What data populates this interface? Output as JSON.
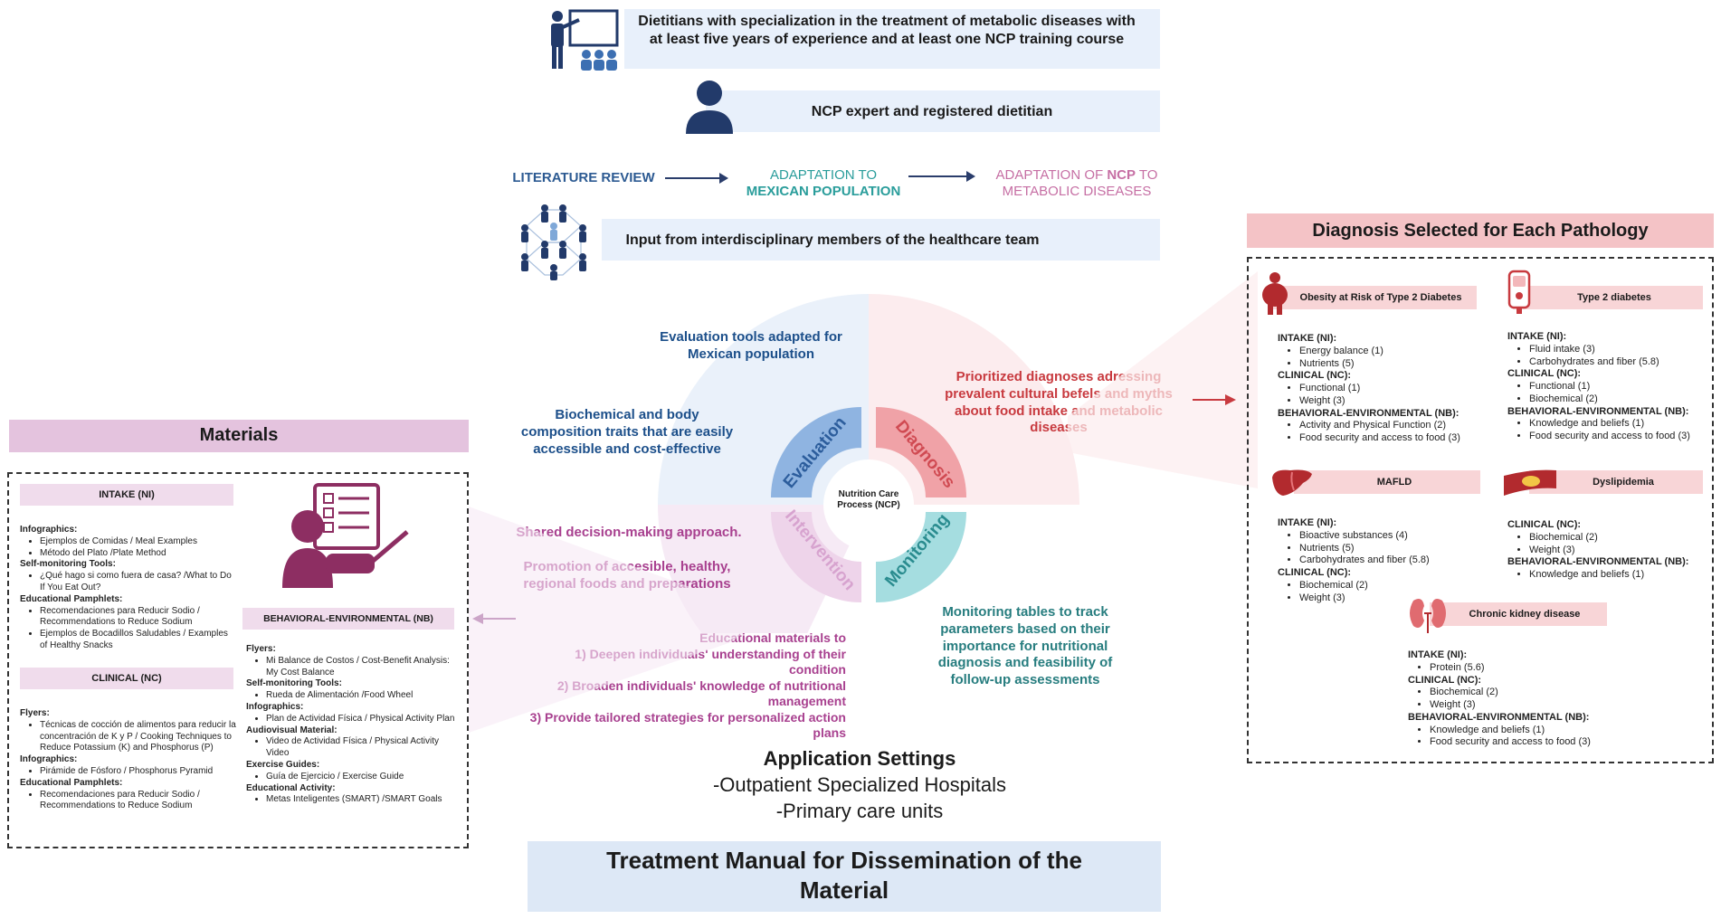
{
  "top": {
    "dietitians": "Dietitians with specialization in the treatment of metabolic diseases with at least five years of experience and at least one NCP training course",
    "expert": "NCP expert and registered dietitian",
    "flow": {
      "step1": "LITERATURE REVIEW",
      "step2_a": "ADAPTATION TO",
      "step2_b": "MEXICAN POPULATION",
      "step3_a": "ADAPTATION OF ",
      "step3_ncp": "NCP",
      "step3_b": " TO",
      "step3_c": "METABOLIC DISEASES"
    },
    "input": "Input from interdisciplinary members of the healthcare team"
  },
  "wheel": {
    "center": "Nutrition Care Process (NCP)",
    "evaluation": "Evaluation",
    "diagnosis": "Diagnosis",
    "intervention": "Intervention",
    "monitoring": "Monitoring",
    "colors": {
      "evaluation": "#8fb4e1",
      "diagnosis": "#f0a2a7",
      "intervention": "#e8c5e3",
      "monitoring": "#a5dde0"
    }
  },
  "notes": {
    "eval1": "Evaluation tools adapted for Mexican population",
    "eval2": "Biochemical and body composition traits that are easily accessible and cost-effective",
    "diag1": "Prioritized diagnoses adressing prevalent cultural befels and myths about food intake and metabolic diseases",
    "int1": "Shared decision-making approach.",
    "int2": "Promotion of accesible, healthy, regional foods and preparations",
    "int3_l1": "Educational materials to",
    "int3_l2": "1) Deepen individuals' understanding of their condition",
    "int3_l3": "2) Broaden individuals' knowledge of nutritional management",
    "int3_l4": "3) Provide tailored strategies for personalized action plans",
    "mon1": "Monitoring tables to track parameters based on their importance for nutritional diagnosis and feasibility of follow-up assessments"
  },
  "settings": {
    "title": "Application Settings",
    "line1": "-Outpatient Specialized Hospitals",
    "line2": "-Primary care units"
  },
  "manual": "Treatment Manual for Dissemination of the Material",
  "materials": {
    "title": "Materials",
    "intake": {
      "title": "INTAKE (NI)",
      "infographics": "Infographics:",
      "inf_items": [
        "Ejemplos de Comidas / Meal Examples",
        "Método del Plato /Plate Method"
      ],
      "selfmon": "Self-monitoring Tools:",
      "selfmon_items": [
        "¿Qué hago si como fuera de casa? /What to Do If You Eat Out?"
      ],
      "pamphlets": "Educational Pamphlets:",
      "pamph_items": [
        "Recomendaciones para Reducir Sodio / Recommendations to Reduce Sodium",
        "Ejemplos de Bocadillos Saludables / Examples of Healthy Snacks"
      ]
    },
    "clinical": {
      "title": "CLINICAL (NC)",
      "flyers": "Flyers:",
      "flyer_items": [
        "Técnicas de cocción de alimentos para reducir la concentración de K y P / Cooking Techniques to Reduce Potassium (K) and Phosphorus (P)"
      ],
      "infographics": "Infographics:",
      "inf_items": [
        "Pirámide de Fósforo / Phosphorus Pyramid"
      ],
      "pamphlets": "Educational Pamphlets:",
      "pamph_items": [
        "Recomendaciones para Reducir Sodio / Recommendations to Reduce Sodium"
      ]
    },
    "behavioral": {
      "title": "BEHAVIORAL-ENVIRONMENTAL (NB)",
      "flyers": "Flyers:",
      "flyer_items": [
        "Mi Balance de Costos / Cost-Benefit Analysis: My Cost Balance"
      ],
      "selfmon": "Self-monitoring Tools:",
      "selfmon_items": [
        "Rueda de Alimentación /Food Wheel"
      ],
      "infographics": "Infographics:",
      "inf_items": [
        "Plan de Actividad Física / Physical Activity Plan"
      ],
      "audiovisual": "Audiovisual Material:",
      "av_items": [
        "Video de Actividad Física / Physical Activity Video"
      ],
      "exercise": "Exercise Guides:",
      "ex_items": [
        "Guía de Ejercicio / Exercise Guide"
      ],
      "activity": "Educational Activity:",
      "act_items": [
        "Metas Inteligentes (SMART) /SMART Goals"
      ]
    }
  },
  "diagnosis_panel": {
    "title": "Diagnosis Selected for Each Pathology",
    "obesity": {
      "title": "Obesity at Risk of Type 2 Diabetes",
      "intake": "INTAKE (NI):",
      "intake_items": [
        "Energy  balance (1)",
        "Nutrients (5)"
      ],
      "clinical": "CLINICAL (NC):",
      "clinical_items": [
        "Functional (1)",
        "Weight (3)"
      ],
      "behav": "BEHAVIORAL-ENVIRONMENTAL (NB):",
      "behav_items": [
        "Activity and Physical Function (2)",
        "Food security and access to food (3)"
      ]
    },
    "t2d": {
      "title": "Type 2 diabetes",
      "intake": "INTAKE (NI):",
      "intake_items": [
        "Fluid intake (3)",
        "Carbohydrates and fiber (5.8)"
      ],
      "clinical": "CLINICAL (NC):",
      "clinical_items": [
        "Functional (1)",
        "Biochemical (2)"
      ],
      "behav": "BEHAVIORAL-ENVIRONMENTAL (NB):",
      "behav_items": [
        "Knowledge and beliefs (1)",
        "Food security and access to food (3)"
      ]
    },
    "mafld": {
      "title": "MAFLD",
      "intake": "INTAKE (NI):",
      "intake_items": [
        "Bioactive substances (4)",
        "Nutrients (5)",
        "Carbohydrates and fiber (5.8)"
      ],
      "clinical": "CLINICAL (NC):",
      "clinical_items": [
        "Biochemical (2)",
        "Weight (3)"
      ]
    },
    "dysl": {
      "title": "Dyslipidemia",
      "clinical": "CLINICAL (NC):",
      "clinical_items": [
        "Biochemical  (2)",
        "Weight (3)"
      ],
      "behav": "BEHAVIORAL-ENVIRONMENTAL (NB):",
      "behav_items": [
        "Knowledge and beliefs (1)"
      ]
    },
    "ckd": {
      "title": "Chronic kidney disease",
      "intake": "INTAKE (NI):",
      "intake_items": [
        "Protein (5.6)"
      ],
      "clinical": "CLINICAL (NC):",
      "clinical_items": [
        "Biochemical  (2)",
        "Weight (3)"
      ],
      "behav": "BEHAVIORAL-ENVIRONMENTAL (NB):",
      "behav_items": [
        "Knowledge and beliefs (1)",
        "Food security and access to food (3)"
      ]
    }
  }
}
